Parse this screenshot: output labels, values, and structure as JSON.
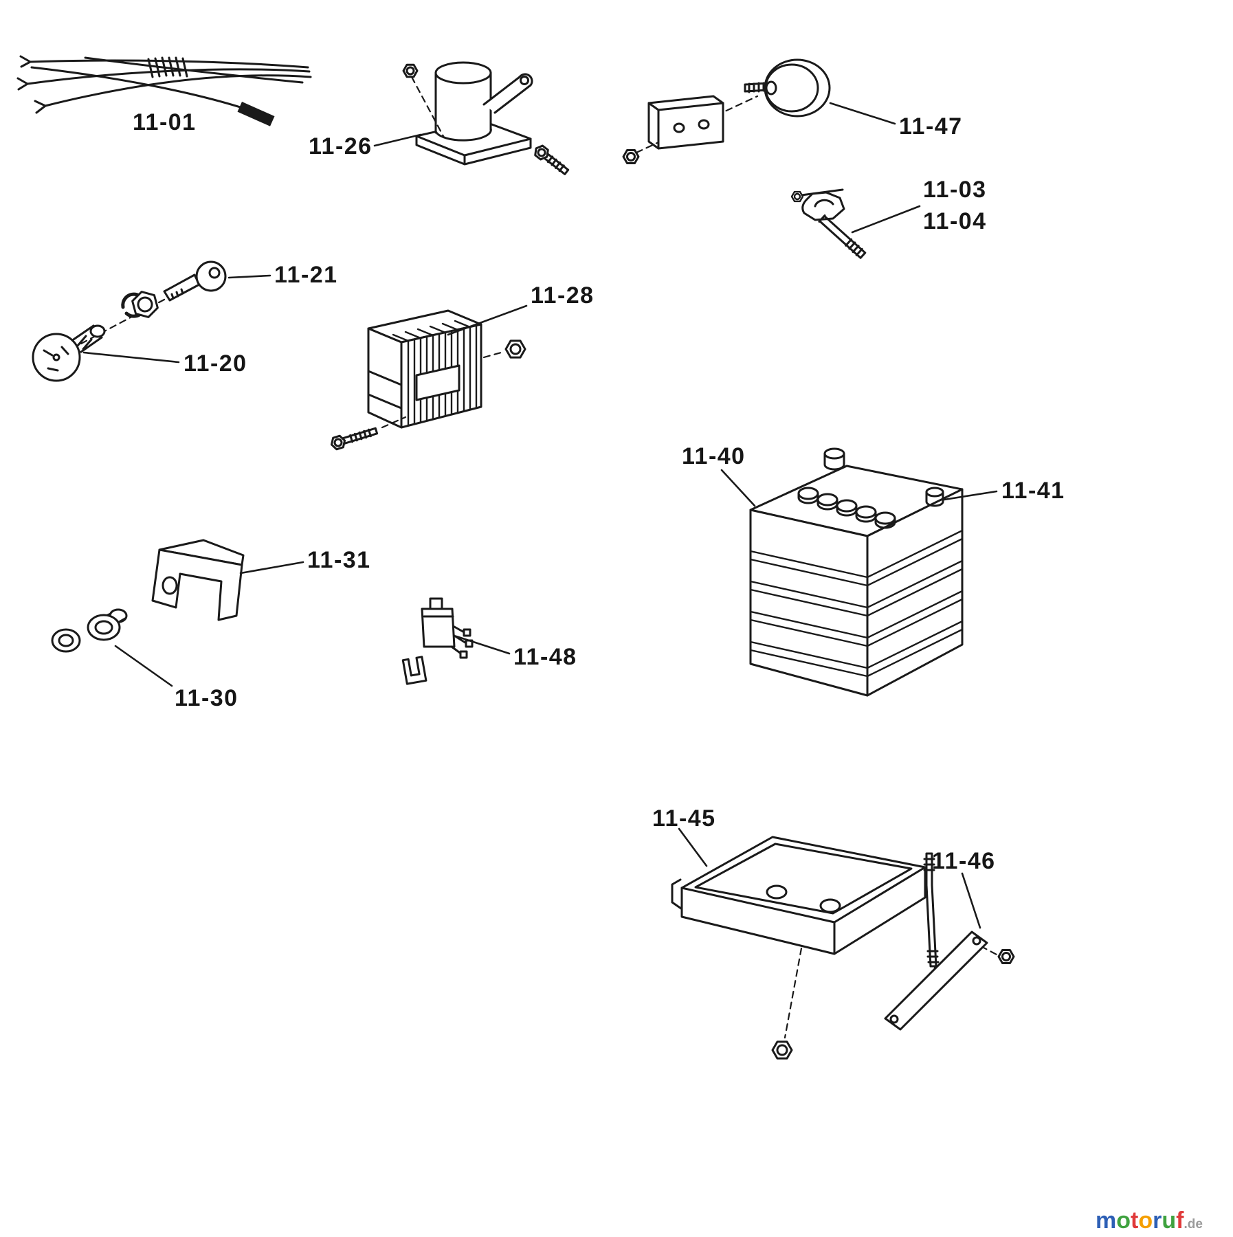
{
  "page": {
    "background": "#ffffff",
    "ink": "#1a1a1a"
  },
  "labels": {
    "wiring_harness": "11-01",
    "solenoid": "11-26",
    "gauge": "11-47",
    "terminal_clamp": "11-03",
    "terminal_bolt": "11-04",
    "key": "11-21",
    "ignition_switch": "11-20",
    "resistor": "11-28",
    "battery": "11-40",
    "battery_post": "11-41",
    "bracket": "11-31",
    "safety_switch": "11-48",
    "indicator_socket": "11-30",
    "battery_tray": "11-45",
    "hold_down_strap": "11-46"
  },
  "watermark": {
    "letters": [
      {
        "ch": "m",
        "color": "#2d5fb5"
      },
      {
        "ch": "o",
        "color": "#3fa23f"
      },
      {
        "ch": "t",
        "color": "#e03a3a"
      },
      {
        "ch": "o",
        "color": "#f59f00"
      },
      {
        "ch": "r",
        "color": "#2d5fb5"
      },
      {
        "ch": "u",
        "color": "#3fa23f"
      },
      {
        "ch": "f",
        "color": "#e03a3a"
      }
    ],
    "suffix": {
      "text": ".de",
      "color": "#9a9a9a"
    }
  }
}
